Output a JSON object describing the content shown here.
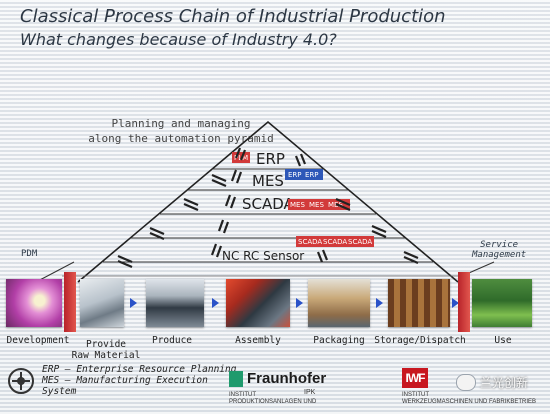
{
  "slide": {
    "title": "Classical Process Chain of Industrial Production",
    "subtitle": "What changes because of Industry 4.0?"
  },
  "pyramid": {
    "caption_line1": "Planning and managing",
    "caption_line2": "along the automation pyramid",
    "levels": [
      "ERP",
      "MES",
      "SCADA",
      "NC RC Sensor"
    ],
    "tag_colors": {
      "red": "#d23a3a",
      "blue": "#2d57b8"
    },
    "tags": {
      "erp_left": "PLM",
      "erp_right_1": "ERP",
      "erp_right_2": "ERP",
      "mes_1": "MES",
      "mes_2": "MES",
      "mes_3": "MES",
      "scada_1": "SCADA",
      "scada_2": "SCADA",
      "scada_3": "SCADA"
    }
  },
  "side_labels": {
    "pdm": "PDM",
    "service_line1": "Service",
    "service_line2": "Management"
  },
  "stages": [
    {
      "label": "Development"
    },
    {
      "label": "Provide",
      "label2": "Raw Material"
    },
    {
      "label": "Produce"
    },
    {
      "label": "Assembly"
    },
    {
      "label": "Packaging"
    },
    {
      "label": "Storage/Dispatch"
    },
    {
      "label": "Use"
    }
  ],
  "legend": {
    "line1": "ERP – Enterprise Resource Planning",
    "line2": "MES – Manufacturing Execution",
    "line3": "System"
  },
  "logos": {
    "fraunhofer": "Fraunhofer",
    "fraunhofer_unit": "IPK",
    "fraunhofer_inst1": "INSTITUT",
    "fraunhofer_inst2": "PRODUKTIONSANLAGEN UND",
    "iwf": "IWF",
    "iwf_inst1": "INSTITUT",
    "iwf_inst2": "WERKZEUGMASCHINEN UND FABRIKBETRIEB",
    "watermark": "兰光创新"
  },
  "colors": {
    "arrow": "#2a52c8",
    "red_bar": "#c72d2f",
    "fraunhofer_green": "#1f9a6d",
    "iwf_red": "#c8171f"
  }
}
